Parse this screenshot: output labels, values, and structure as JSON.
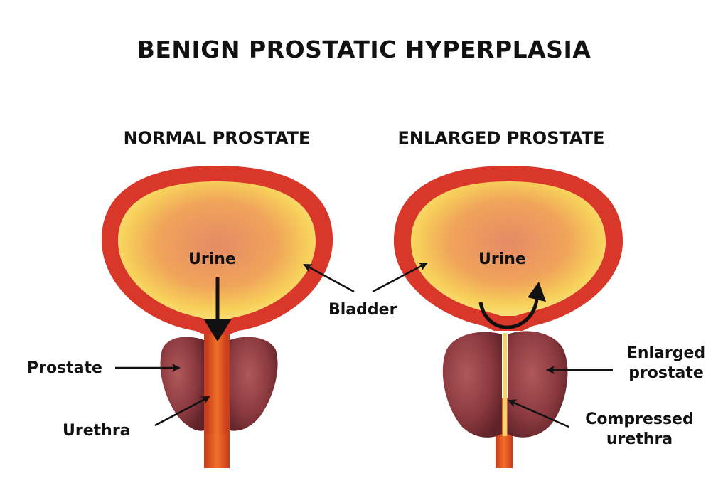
{
  "title": "BENIGN PROSTATIC HYPERPLASIA",
  "panels": {
    "normal": {
      "heading": "NORMAL PROSTATE",
      "urine": "Urine",
      "prostate": "Prostate",
      "urethra": "Urethra"
    },
    "enlarged": {
      "heading": "ENLARGED PROSTATE",
      "urine": "Urine",
      "prostate_line1": "Enlarged",
      "prostate_line2": "prostate",
      "urethra_line1": "Compressed",
      "urethra_line2": "urethra"
    }
  },
  "shared": {
    "bladder": "Bladder"
  },
  "colors": {
    "bladder_wall": "#d8372a",
    "bladder_inner": "#f6c04a",
    "prostate": "#8b3a3f",
    "urethra": "#e04a1e",
    "arrow": "#111111"
  }
}
